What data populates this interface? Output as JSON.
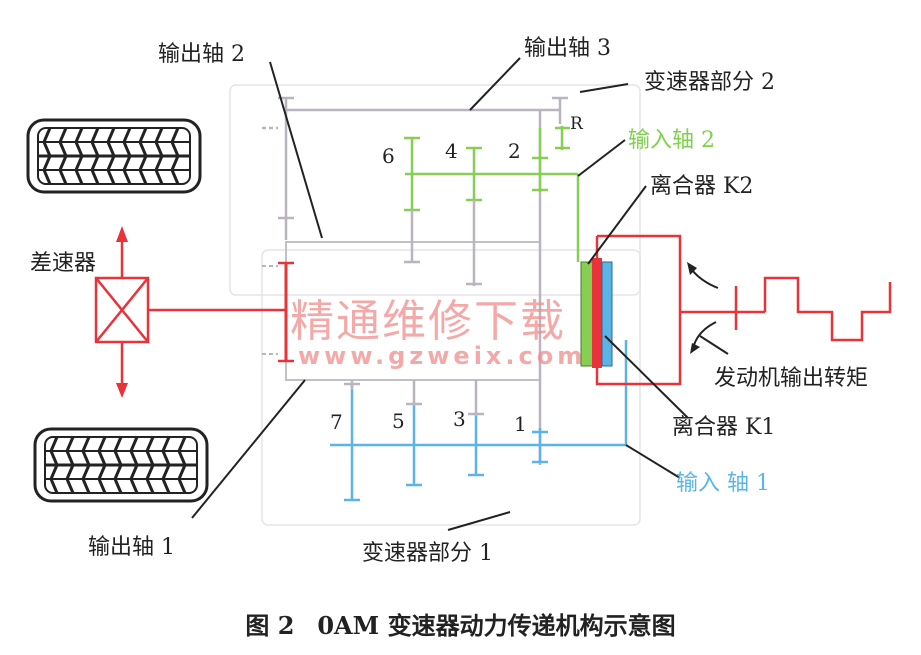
{
  "labels": {
    "output_shaft_2": "输出轴 2",
    "output_shaft_3": "输出轴 3",
    "gearbox_part_2": "变速器部分 2",
    "input_shaft_2": "输入轴 2",
    "clutch_k2": "离合器 K2",
    "differential": "差速器",
    "engine_torque": "发动机输出转矩",
    "clutch_k1": "离合器 K1",
    "input_shaft_1": "输入 轴 1",
    "output_shaft_1": "输出轴 1",
    "gearbox_part_1": "变速器部分 1"
  },
  "gears": {
    "upper": [
      "6",
      "4",
      "2"
    ],
    "reverse": "R",
    "lower": [
      "7",
      "5",
      "3",
      "1"
    ]
  },
  "watermark": {
    "cn": "精通维修下载",
    "url": "www.gzweix.com"
  },
  "caption": {
    "fig": "图 2",
    "title": "0AM 变速器动力传递机构示意图"
  },
  "colors": {
    "red": "#e8333a",
    "green": "#86cf52",
    "blue": "#5ab4e6",
    "gray": "#b9b4bd",
    "black": "#222222"
  }
}
